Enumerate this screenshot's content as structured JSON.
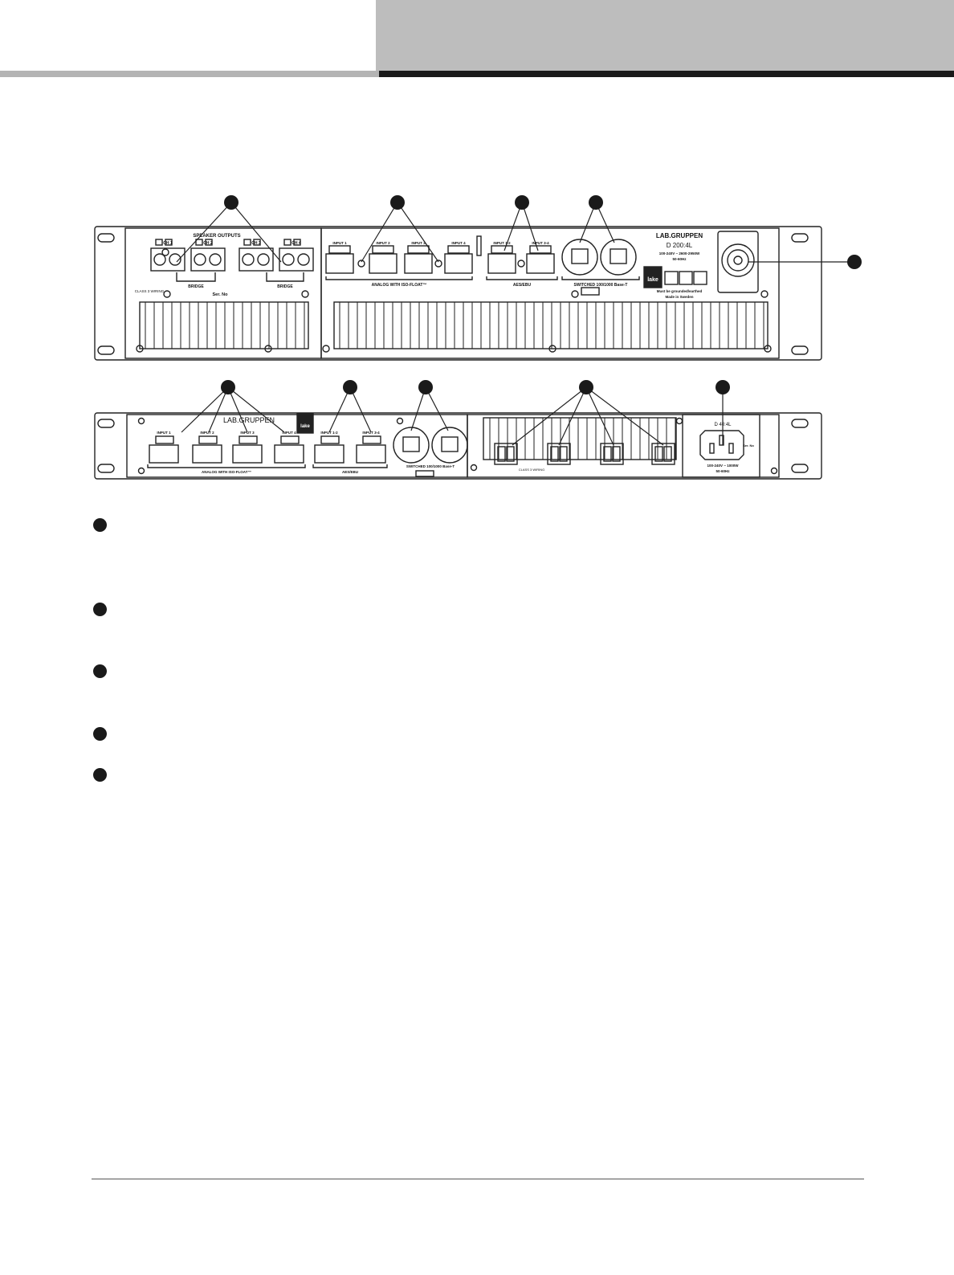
{
  "colors": {
    "header_gray": "#bdbdbd",
    "rule_dark": "#1a1a1a",
    "rule_light": "#b4b4b4",
    "line": "#222222"
  },
  "panel_top": {
    "brand": "LAB.GRUPPEN",
    "model": "D 200:4L",
    "power_spec": "100-240V ~ 2600-2950W",
    "frequency": "50-60Hz",
    "ground_note": "Must be grounded/earthed",
    "made_in": "Made in Sweden",
    "lake_logo": "lake",
    "speaker_outputs": "SPEAKER OUTPUTS",
    "channels": [
      "CH 1",
      "CH 2",
      "CH 3",
      "CH 4"
    ],
    "bridge": "BRIDGE",
    "class_wiring": "CLASS 3 WIRING",
    "serial": "Ser. No",
    "inputs": [
      "INPUT 1",
      "INPUT 2",
      "INPUT 3",
      "INPUT 4"
    ],
    "analog_label": "ANALOG WITH ISO-FLOAT™",
    "aes_inputs": [
      "INPUT 1-2",
      "INPUT 3-4"
    ],
    "aes_label": "AES/EBU",
    "network_label": "SWITCHED 100/1000 Base-T"
  },
  "panel_bottom": {
    "brand": "LAB.GRUPPEN",
    "lake_logo": "lake",
    "inputs": [
      "INPUT 1",
      "INPUT 2",
      "INPUT 3",
      "INPUT 4"
    ],
    "analog_label": "ANALOG WITH ISO-FLOAT™",
    "aes_inputs": [
      "INPUT 1-2",
      "INPUT 3-4"
    ],
    "aes_label": "AES/EBU",
    "network_label": "SWITCHED 100/1000 Base-T",
    "model": "D 40:4L",
    "power_spec": "100-240V ~ 1000W",
    "frequency": "50-60Hz",
    "serial": "Ser. No",
    "class_wiring": "CLASS 3 WIRING"
  }
}
